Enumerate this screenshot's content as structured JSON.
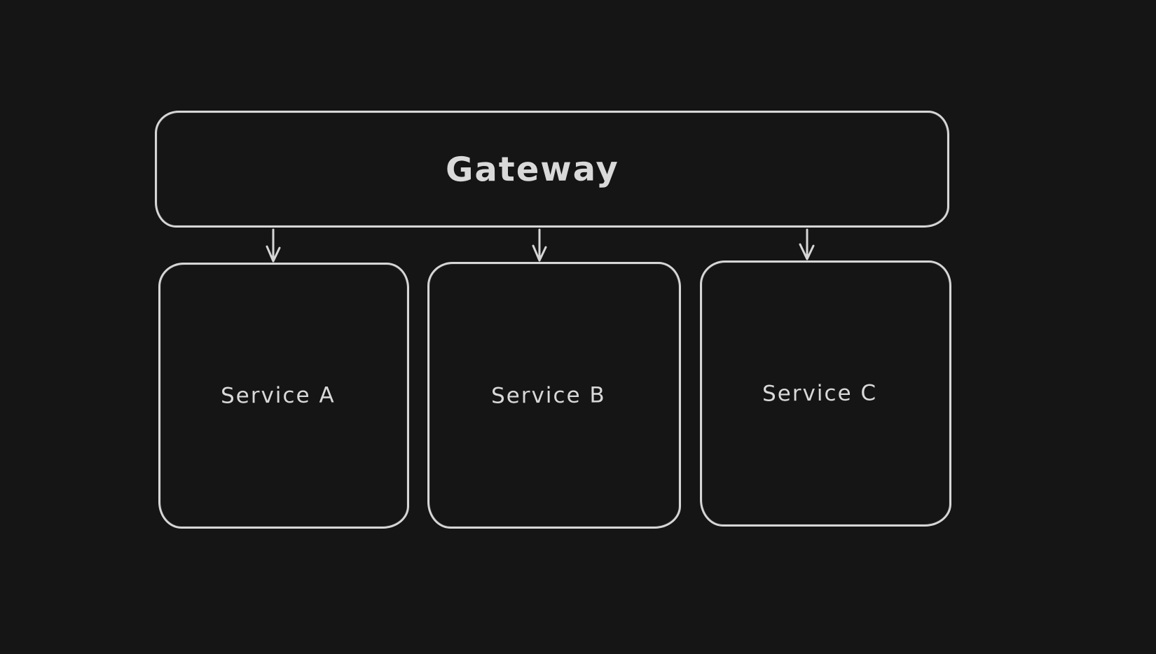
{
  "diagram": {
    "nodes": [
      {
        "id": "gateway",
        "label": "Gateway"
      },
      {
        "id": "service-a",
        "label": "Service A"
      },
      {
        "id": "service-b",
        "label": "Service B"
      },
      {
        "id": "service-c",
        "label": "Service C"
      }
    ],
    "edges": [
      {
        "from": "Gateway",
        "to": "Service A",
        "style": "arrow-down"
      },
      {
        "from": "Gateway",
        "to": "Service B",
        "style": "arrow-down"
      },
      {
        "from": "Gateway",
        "to": "Service C",
        "style": "arrow-down"
      }
    ]
  },
  "theme": {
    "background": "#151515",
    "stroke": "#d6d6d6",
    "text": "#d9d9d9"
  }
}
